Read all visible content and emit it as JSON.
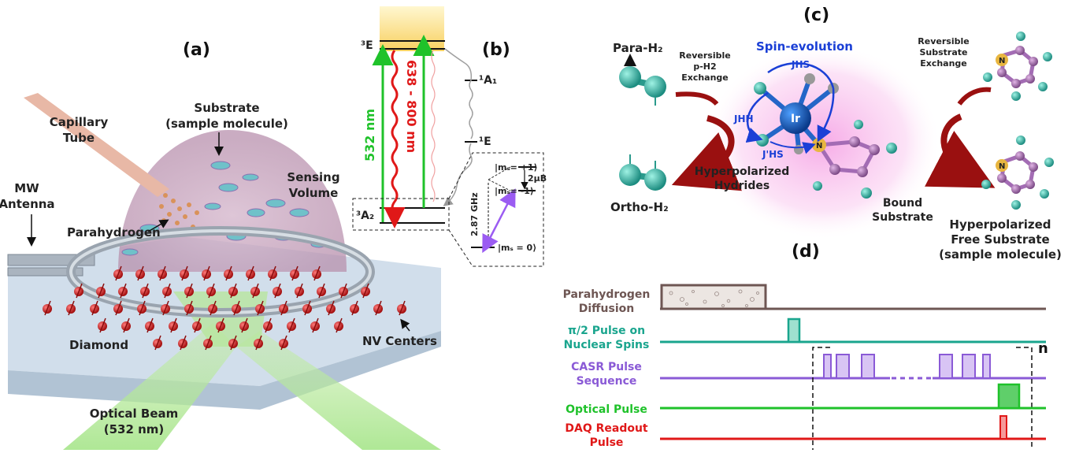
{
  "panel_a": {
    "letter": "(a)",
    "capillary": [
      "Capillary",
      "Tube"
    ],
    "substrate": [
      "Substrate",
      "(sample molecule)"
    ],
    "sensing": [
      "Sensing",
      "Volume"
    ],
    "mw": [
      "MW",
      "Antenna"
    ],
    "parahydrogen": "Parahydrogen",
    "diamond": "Diamond",
    "nv": "NV Centers",
    "beam": [
      "Optical Beam",
      "(532 nm)"
    ]
  },
  "panel_b": {
    "letter": "(b)",
    "level_3E": "³E",
    "level_3A2": "³A₂",
    "level_1A1": "¹A₁",
    "level_1E": "¹E",
    "excite": "532 nm",
    "emit": "638 - 800 nm",
    "ms_p1": "|mₛ= +1⟩",
    "ms_m1": "|mₛ= -1⟩",
    "ms_0": "|mₛ = 0⟩",
    "zfs": "2.87 GHz",
    "zeeman": "2μB"
  },
  "panel_c": {
    "letter": "(c)",
    "para": "Para-H₂",
    "ortho": "Ortho-H₂",
    "rev_h2": [
      "Reversible",
      "p-H2",
      "Exchange"
    ],
    "rev_sub": [
      "Reversible",
      "Substrate",
      "Exchange"
    ],
    "spin_evo": "Spin-evolution",
    "jhs": "JHS",
    "jhh": "JHH",
    "jphs": "J'HS",
    "ir": "Ir",
    "n": "N",
    "hyp_hydrides": [
      "Hyperpolarized",
      "Hydrides"
    ],
    "bound": [
      "Bound",
      "Substrate"
    ],
    "free": [
      "Hyperpolarized",
      "Free Substrate",
      "(sample molecule)"
    ]
  },
  "panel_d": {
    "letter": "(d)",
    "row1": [
      "Parahydrogen",
      "Diffusion"
    ],
    "row2": [
      "π/2 Pulse on",
      "Nuclear Spins"
    ],
    "row3": [
      "CASR Pulse",
      "Sequence"
    ],
    "row4": "Optical Pulse",
    "row5": [
      "DAQ Readout",
      "Pulse"
    ],
    "repeat": "n",
    "colors": {
      "diffusion": "#6e5653",
      "pi2": "#1aa58e",
      "casr": "#8a5ad6",
      "optical": "#1fc22a",
      "daq": "#e01818"
    }
  }
}
